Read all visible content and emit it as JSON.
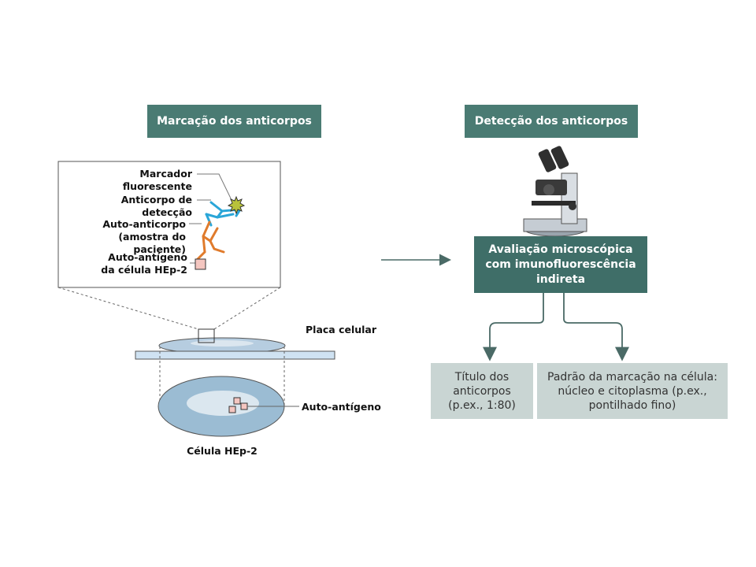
{
  "left": {
    "header": "Marcação dos anticorpos",
    "labels": {
      "marker": "Marcador fluorescente",
      "detection_antibody": "Anticorpo de detecção",
      "autoantibody_line1": "Auto-anticorpo",
      "autoantibody_line2": "(amostra do paciente)",
      "autoantigen_line1": "Auto-antígeno",
      "autoantigen_line2": "da célula HEp-2",
      "cell_plate": "Placa celular",
      "autoantigen_cell": "Auto-antígeno",
      "hep2_cell": "Célula HEp-2"
    }
  },
  "right": {
    "header": "Detecção dos anticorpos",
    "evaluation_line1": "Avaliação microscópica",
    "evaluation_line2": "com imunofluorescência",
    "evaluation_line3": "indireta",
    "titer_line1": "Título dos",
    "titer_line2": "anticorpos",
    "titer_line3": "(p.ex., 1:80)",
    "pattern_line1": "Padrão da marcação na célula:",
    "pattern_line2": "núcleo e citoplasma (p.ex.,",
    "pattern_line3": "pontilhado fino)"
  },
  "colors": {
    "header_bg": "#4a7b73",
    "result_box_bg": "#c9d5d3",
    "detection_antibody": "#2aa6d8",
    "autoantibody": "#e07b2c",
    "antigen": "#f4c6c0",
    "marker": "#b8c23a"
  },
  "icons": [
    "microscope-icon",
    "fluorescent-marker-icon",
    "arrow-right-icon"
  ]
}
